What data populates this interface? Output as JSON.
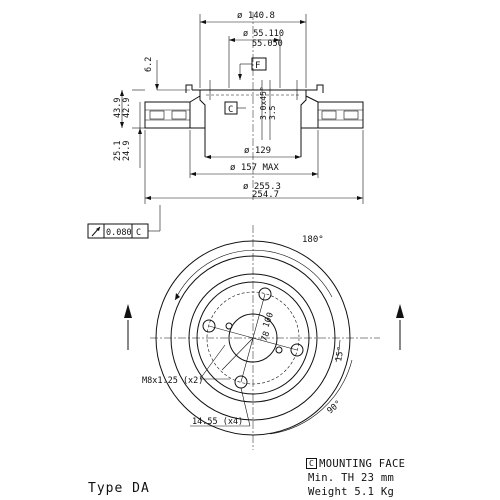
{
  "dimensions": {
    "outer_top": "ø 140.8",
    "hub_tol_upper": "ø 55.110",
    "hub_tol_lower": "55.050",
    "hub_depth": "6.2",
    "overall_h_upper": "43.9",
    "overall_h_lower": "42.9",
    "chamfer": "3.0x45°",
    "chamfer2": "3.5",
    "thick_upper": "25.1",
    "thick_lower": "24.9",
    "inner": "ø 129",
    "max": "ø 157 MAX",
    "disc_upper": "ø 255.3",
    "disc_lower": "254.7",
    "angle_top": "180°",
    "bolt_circle": "100",
    "center_hole": "78",
    "angle_small": "15°",
    "angle_right": "90°",
    "thread": "M8x1.25 (x2)",
    "hole_dia": "14.55 (x4)"
  },
  "tags": {
    "datum_f": "F",
    "datum_c": "C",
    "runout_value": "0.080",
    "runout_ref": "C",
    "runout_icon": "runout-arrow-icon"
  },
  "notes": {
    "c_box": "C",
    "mounting_face": "MOUNTING FACE",
    "min_thickness": "Min. TH 23 mm",
    "weight": "Weight 5.1 Kg"
  },
  "type_label": "Type DA",
  "colors": {
    "line": "#111111",
    "accent": "#d23a2c"
  }
}
